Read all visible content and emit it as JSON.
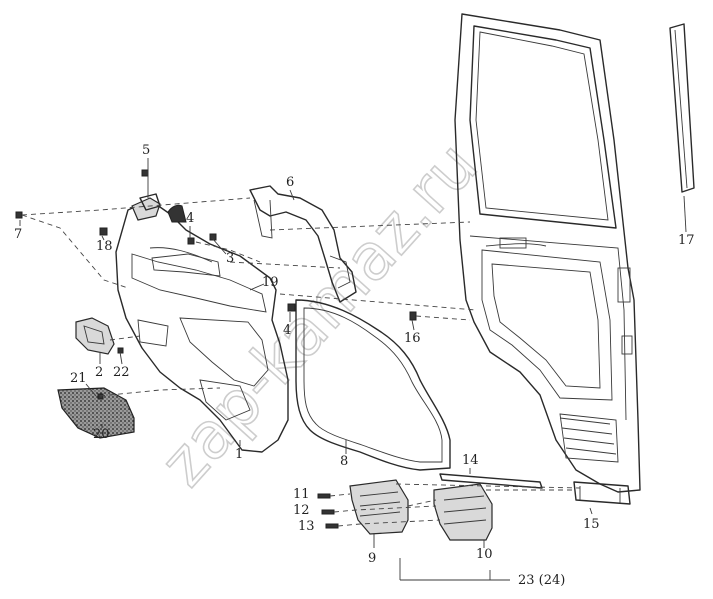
{
  "watermark": "zap-kamaz.ru",
  "callouts": [
    {
      "id": "1",
      "text": "1"
    },
    {
      "id": "2",
      "text": "2"
    },
    {
      "id": "3",
      "text": "3"
    },
    {
      "id": "4a",
      "text": "4"
    },
    {
      "id": "4b",
      "text": "4"
    },
    {
      "id": "5",
      "text": "5"
    },
    {
      "id": "6",
      "text": "6"
    },
    {
      "id": "7",
      "text": "7"
    },
    {
      "id": "8",
      "text": "8"
    },
    {
      "id": "9",
      "text": "9"
    },
    {
      "id": "10",
      "text": "10"
    },
    {
      "id": "11",
      "text": "11"
    },
    {
      "id": "12",
      "text": "12"
    },
    {
      "id": "13",
      "text": "13"
    },
    {
      "id": "14",
      "text": "14"
    },
    {
      "id": "15",
      "text": "15"
    },
    {
      "id": "16",
      "text": "16"
    },
    {
      "id": "17",
      "text": "17"
    },
    {
      "id": "18",
      "text": "18"
    },
    {
      "id": "19",
      "text": "19"
    },
    {
      "id": "20",
      "text": "20"
    },
    {
      "id": "21",
      "text": "21"
    },
    {
      "id": "22",
      "text": "22"
    },
    {
      "id": "23",
      "text": "23 (24)"
    }
  ]
}
